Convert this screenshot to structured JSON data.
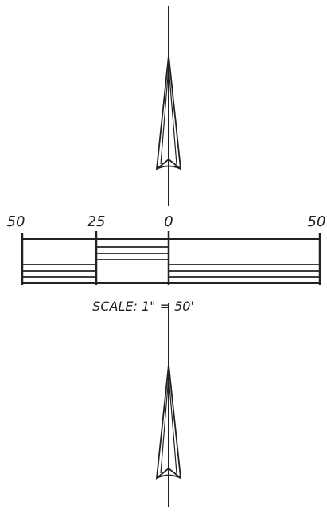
{
  "scale_bar": {
    "tick_labels": [
      "50",
      "25",
      "0",
      "50"
    ],
    "caption": "SCALE:  1\" = 50'"
  },
  "north_arrows": [
    {
      "icon": "north-arrow-icon"
    },
    {
      "icon": "north-arrow-icon"
    }
  ],
  "colors": {
    "ink": "#222222",
    "background": "#ffffff"
  }
}
